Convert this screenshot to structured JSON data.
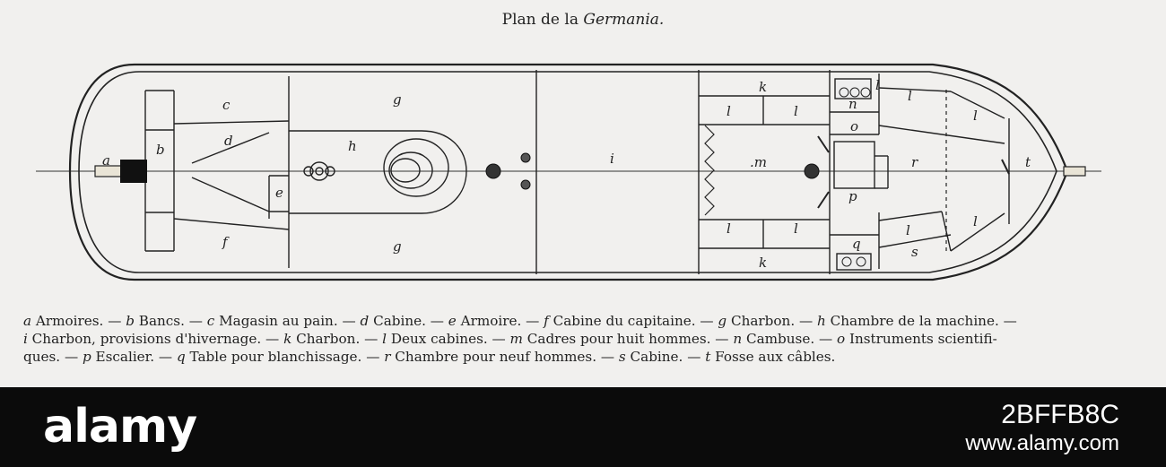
{
  "title": {
    "prefix": "Plan de la",
    "ship": "Germania."
  },
  "plan_labels": {
    "a": "a",
    "b": "b",
    "c": "c",
    "d": "d",
    "e": "e",
    "f": "f",
    "g": "g",
    "h": "h",
    "i": "i",
    "k": "k",
    "l": "l",
    "m": ".m",
    "n": "n",
    "o": "o",
    "p": "p",
    "q": "q",
    "r": "r",
    "s": "s",
    "t": "t"
  },
  "legend": {
    "line1": [
      {
        "key": "a",
        "text": "Armoires. — "
      },
      {
        "key": "b",
        "text": "Bancs. — "
      },
      {
        "key": "c",
        "text": "Magasin au pain. — "
      },
      {
        "key": "d",
        "text": "Cabine. — "
      },
      {
        "key": "e",
        "text": "Armoire. — "
      },
      {
        "key": "f",
        "text": "Cabine du capitaine. — "
      },
      {
        "key": "g",
        "text": "Charbon. — "
      },
      {
        "key": "h",
        "text": "Chambre de la machine. —"
      }
    ],
    "line2": [
      {
        "key": "i",
        "text": "Charbon, provisions d'hivernage. — "
      },
      {
        "key": "k",
        "text": "Charbon. — "
      },
      {
        "key": "l",
        "text": "Deux cabines. — "
      },
      {
        "key": "m",
        "text": "Cadres pour huit hommes. — "
      },
      {
        "key": "n",
        "text": "Cambuse. — "
      },
      {
        "key": "o",
        "text": "Instruments scientifi-"
      }
    ],
    "line3_start": "ques. — ",
    "line3": [
      {
        "key": "p",
        "text": "Escalier. — "
      },
      {
        "key": "q",
        "text": "Table pour blanchissage. — "
      },
      {
        "key": "r",
        "text": "Chambre pour neuf hommes. — "
      },
      {
        "key": "s",
        "text": "Cabine. — "
      },
      {
        "key": "t",
        "text": "Fosse aux câbles."
      }
    ]
  },
  "watermark": {
    "brand": "alamy",
    "image_id": "2BFFB8C",
    "url": "www.alamy.com"
  }
}
